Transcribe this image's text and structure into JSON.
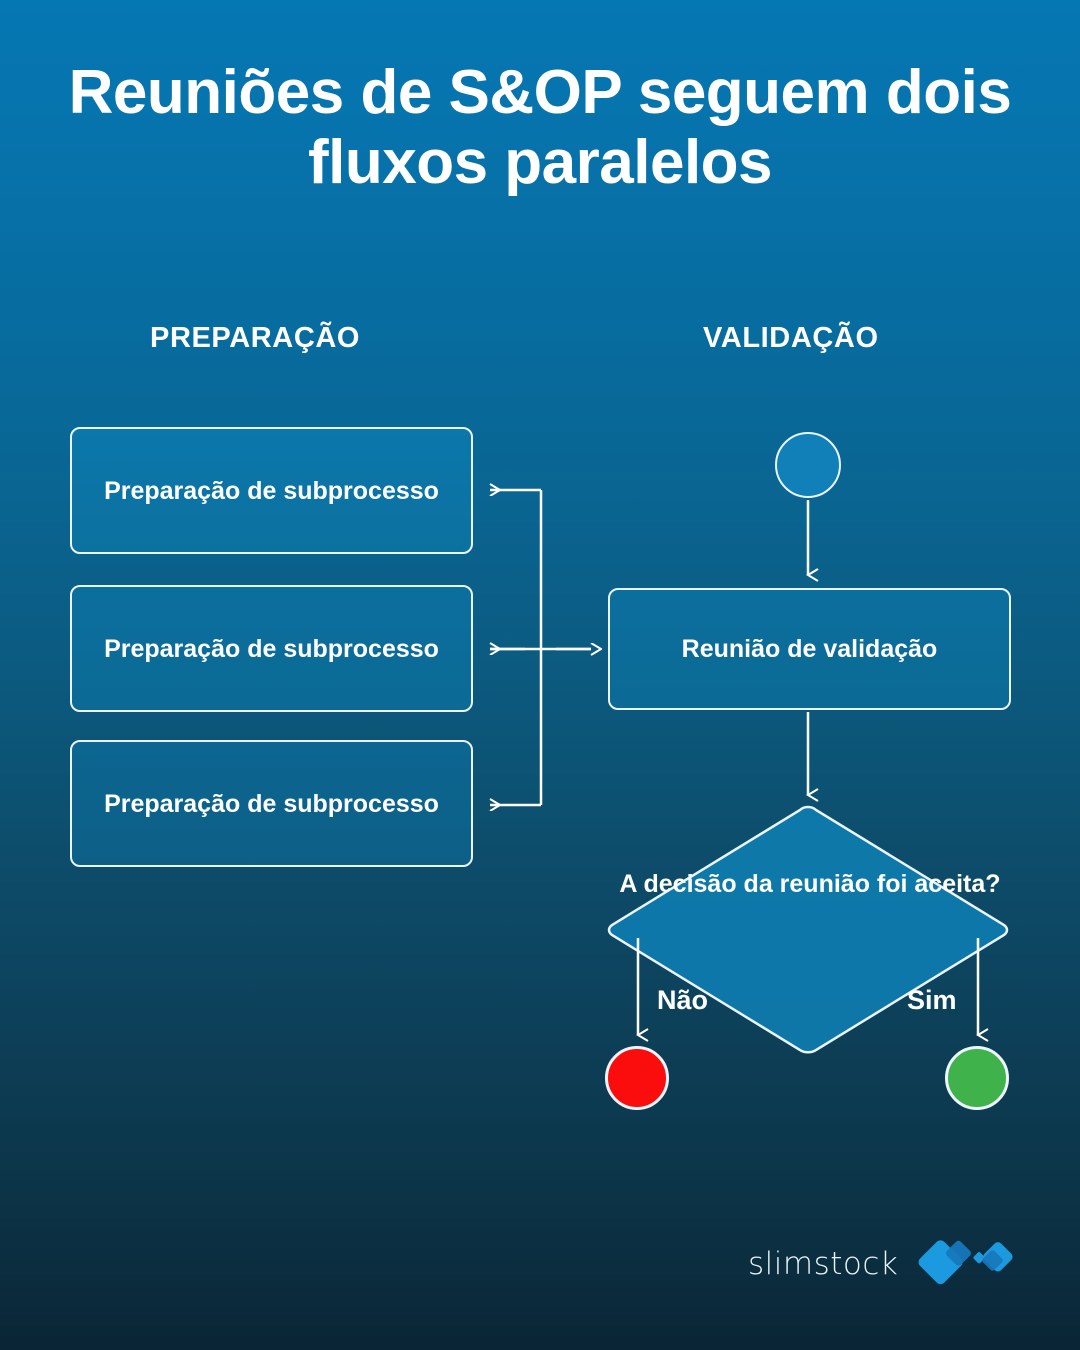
{
  "title": "Reuniões de S&OP seguem dois fluxos paralelos",
  "columns": {
    "preparation_header": "PREPARAÇÃO",
    "validation_header": "VALIDAÇÃO"
  },
  "preparation_boxes": [
    {
      "label": "Preparação de subprocesso"
    },
    {
      "label": "Preparação de subprocesso"
    },
    {
      "label": "Preparação de subprocesso"
    }
  ],
  "validation": {
    "start_node": "start-circle",
    "meeting_box": "Reunião de validação",
    "decision": "A decisão da reunião foi aceita?",
    "branches": [
      {
        "label": "Não",
        "outcome_color": "#fc0d0d"
      },
      {
        "label": "Sim",
        "outcome_color": "#3fb24c"
      }
    ]
  },
  "logo": {
    "text": "slimstock",
    "mark": "diamond-mark"
  },
  "colors": {
    "background_top": "#0577b3",
    "background_bottom": "#0a2535",
    "box_fill": "#0b6f9e",
    "box_border": "#eaf4fb",
    "connector": "#ffffff",
    "reject": "#fc0d0d",
    "accept": "#3fb24c",
    "logo_blue": "#1c9ae0"
  }
}
